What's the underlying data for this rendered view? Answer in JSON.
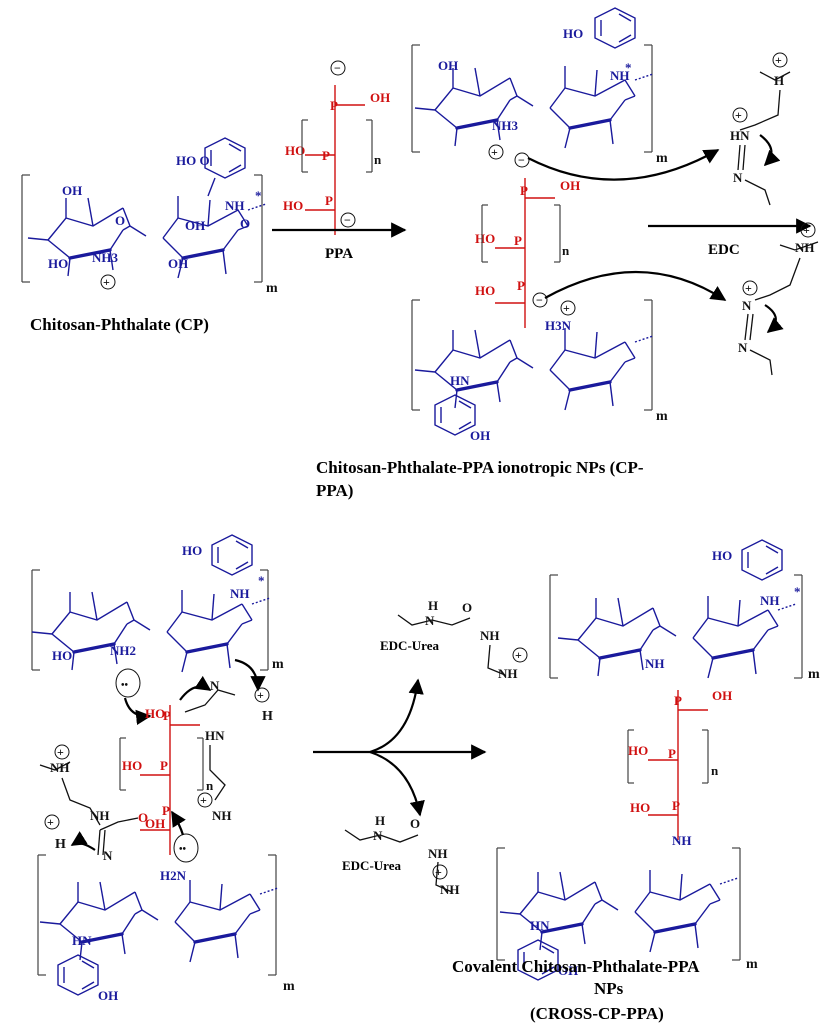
{
  "labels": {
    "cp": "Chitosan-Phthalate (CP)",
    "cp_ppa_1": "Chitosan-Phthalate-PPA ionotropic NPs (CP-",
    "cp_ppa_2": "PPA)",
    "cross_1": "Covalent Chitosan-Phthalate-PPA",
    "cross_2": "NPs",
    "cross_3": "(CROSS-CP-PPA)"
  },
  "reagents": {
    "ppa": "PPA",
    "edc": "EDC",
    "edc_urea_top": "EDC-Urea",
    "edc_urea_bottom": "EDC-Urea"
  },
  "atoms": {
    "OH": "OH",
    "HO": "HO",
    "H": "H",
    "O": "O",
    "N": "N",
    "NH3": "NH3",
    "NH2": "NH2",
    "H3N": "H3N",
    "H2N": "H2N",
    "NH": "NH",
    "HN": "HN",
    "P": "P",
    "star": "*",
    "n": "n",
    "m": "m",
    "plus": "+",
    "minus": "−",
    "dots": "••"
  },
  "colors": {
    "saccharide": "#1a1a9c",
    "phosphate": "#d01010",
    "reagent": "#111111"
  }
}
